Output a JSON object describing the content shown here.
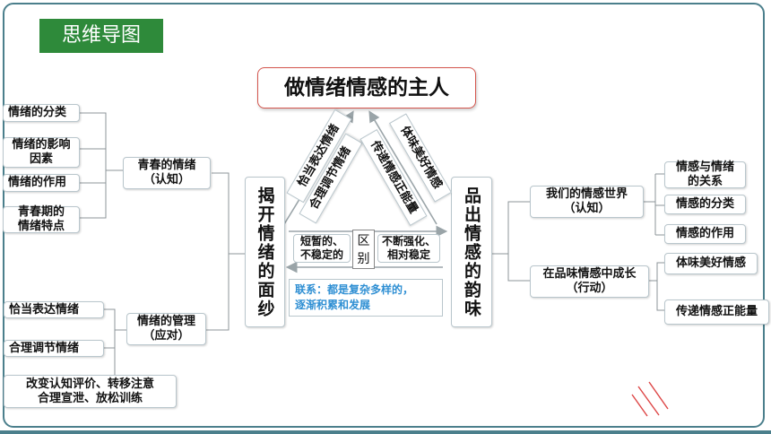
{
  "header": {
    "tag": "思维导图",
    "title": "做情绪情感的主人"
  },
  "center": {
    "left_column": "揭开情绪的面纱",
    "right_column": "品出情感的韵味",
    "diag_left_outer": "恰当表达情绪",
    "diag_left_inner": "合理调节情绪",
    "diag_right_inner": "传递情感正能量",
    "diag_right_outer": "体味美好情感",
    "emotion_feature": [
      "短暂的、",
      "不稳定的"
    ],
    "difference": [
      "区",
      "别"
    ],
    "feeling_feature": [
      "不断强化、",
      "相对稳定"
    ],
    "connection": [
      "联系：都是复杂多样的，",
      "逐渐积累和发展"
    ]
  },
  "left": {
    "youth_emotion": [
      "青春的情绪",
      "（认知）"
    ],
    "items_cognition": [
      [
        "情绪的分类"
      ],
      [
        "情绪的影响",
        "因素"
      ],
      [
        "情绪的作用"
      ],
      [
        "青春期的",
        "情绪特点"
      ]
    ],
    "management": [
      "情绪的管理",
      "（应对）"
    ],
    "items_action": [
      "恰当表达情绪",
      "合理调节情绪"
    ],
    "methods": [
      "改变认知评价、转移注意",
      "合理宣泄、放松训练"
    ]
  },
  "right": {
    "feeling_world": [
      "我们的情感世界",
      "（认知）"
    ],
    "world_items": [
      [
        "情感与情绪",
        "的关系"
      ],
      [
        "情感的分类"
      ],
      [
        "情感的作用"
      ]
    ],
    "grow": [
      "在品味情感中成长",
      "（行动）"
    ],
    "grow_items": [
      "体味美好情感",
      "传递情感正能量"
    ]
  },
  "colors": {
    "tag_bg": "#2e8a3a",
    "title_border": "#d4554d",
    "connection_text": "#2f8fd3",
    "frame": "#4b7f8c"
  }
}
